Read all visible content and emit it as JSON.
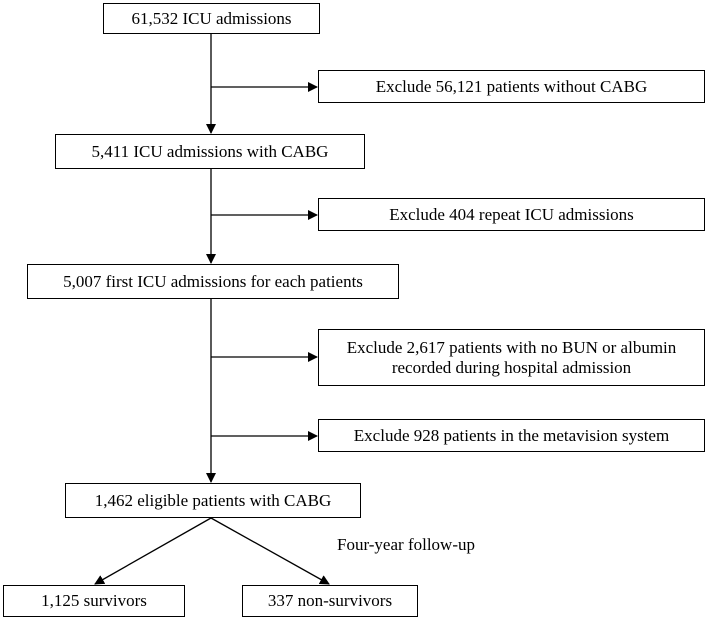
{
  "nodes": {
    "admissions": "61,532 ICU admissions",
    "exclude_no_cabg": "Exclude 56,121 patients without CABG",
    "with_cabg": "5,411 ICU admissions with CABG",
    "exclude_repeat": "Exclude 404 repeat ICU admissions",
    "first_admissions": "5,007 first ICU admissions for each patients",
    "exclude_no_bun_line1": "Exclude 2,617 patients with no BUN or albumin",
    "exclude_no_bun_line2": "recorded during hospital admission",
    "exclude_metavision": "Exclude 928 patients in the metavision system",
    "eligible": "1,462 eligible patients with CABG",
    "survivors": "1,125 survivors",
    "non_survivors": "337 non-survivors"
  },
  "annotations": {
    "follow_up": "Four-year follow-up"
  }
}
